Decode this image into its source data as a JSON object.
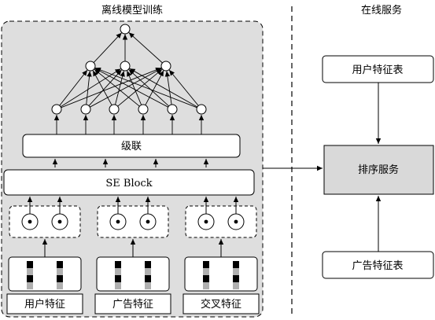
{
  "offline": {
    "title": "离线模型训练",
    "concat_label": "级联",
    "se_block_label": "SE Block",
    "features": [
      {
        "label": "用户特征"
      },
      {
        "label": "广告特征"
      },
      {
        "label": "交叉特征"
      }
    ]
  },
  "online": {
    "title": "在线服务",
    "user_feature_table": "用户特征表",
    "ranking_service": "排序服务",
    "ad_feature_table": "广告特征表"
  }
}
